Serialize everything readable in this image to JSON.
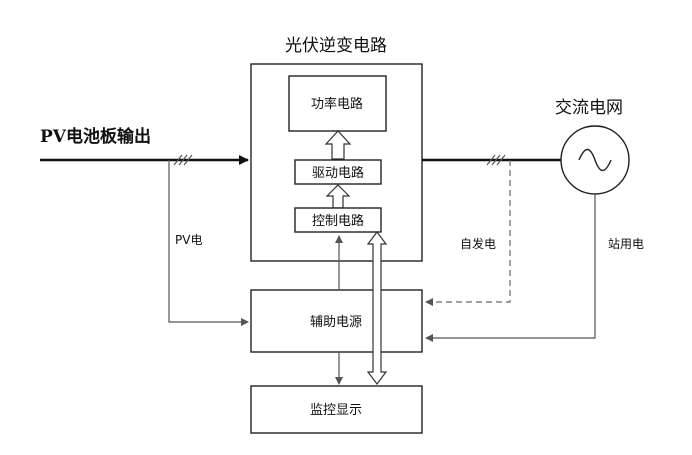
{
  "labels": {
    "inverter_title": "光伏逆变电路",
    "pv_output": "PV电池板输出",
    "ac_grid": "交流电网",
    "power_circuit": "功率电路",
    "drive_circuit": "驱动电路",
    "control_circuit": "控制电路",
    "pv_power": "PV电",
    "self_power": "自发电",
    "station_power": "站用电",
    "aux_power": "辅助电源",
    "monitor_display": "监控显示"
  }
}
